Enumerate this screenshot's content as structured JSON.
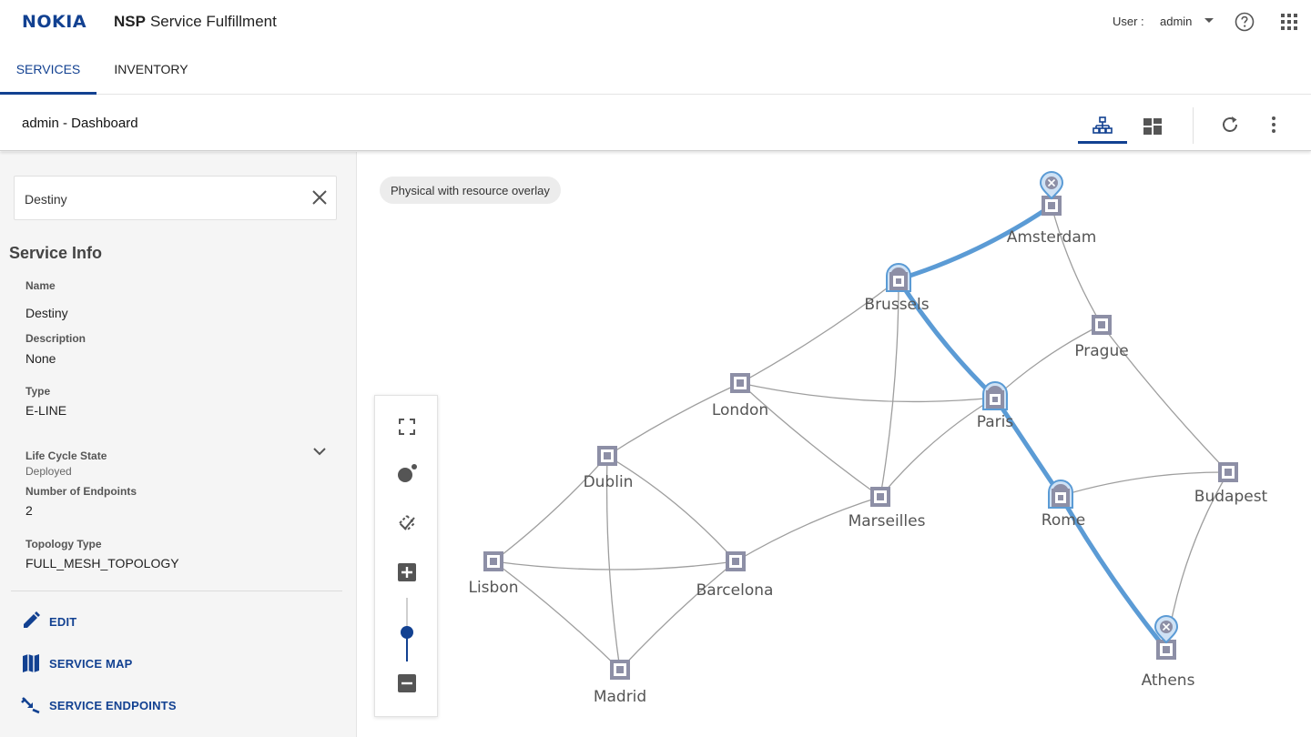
{
  "header": {
    "logo": "NOKIA",
    "app_name_bold": "NSP",
    "app_name": "Service Fulfillment",
    "user_label": "User :",
    "user_name": "admin"
  },
  "tabs": [
    {
      "label": "SERVICES",
      "active": true
    },
    {
      "label": "INVENTORY",
      "active": false
    }
  ],
  "subheader": {
    "title": "admin - Dashboard"
  },
  "search": {
    "value": "Destiny"
  },
  "service_info": {
    "title": "Service Info",
    "fields": [
      {
        "label": "Name",
        "value": "Destiny"
      },
      {
        "label": "Description",
        "value": "None"
      },
      {
        "label": "Type",
        "value": "E-LINE"
      },
      {
        "label": "Life Cycle State",
        "value": "Deployed"
      },
      {
        "label": "Number of Endpoints",
        "value": "2"
      },
      {
        "label": "Topology Type",
        "value": "FULL_MESH_TOPOLOGY"
      }
    ]
  },
  "actions": [
    {
      "label": "EDIT",
      "icon": "pencil-icon"
    },
    {
      "label": "SERVICE MAP",
      "icon": "map-icon"
    },
    {
      "label": "SERVICE ENDPOINTS",
      "icon": "endpoints-icon"
    }
  ],
  "map": {
    "overlay_label": "Physical with resource overlay",
    "zoom_level": 0.45,
    "colors": {
      "accent": "#124191",
      "highlight_path": "#5b9bd5",
      "node": "#8d8fa6",
      "link": "#9e9e9e"
    },
    "nodes": [
      {
        "id": "amsterdam",
        "label": "Amsterdam",
        "kind": "endpoint"
      },
      {
        "id": "brussels",
        "label": "Brussels",
        "kind": "transit"
      },
      {
        "id": "prague",
        "label": "Prague",
        "kind": "plain"
      },
      {
        "id": "london",
        "label": "London",
        "kind": "plain"
      },
      {
        "id": "paris",
        "label": "Paris",
        "kind": "transit"
      },
      {
        "id": "dublin",
        "label": "Dublin",
        "kind": "plain"
      },
      {
        "id": "marseilles",
        "label": "Marseilles",
        "kind": "plain"
      },
      {
        "id": "rome",
        "label": "Rome",
        "kind": "transit"
      },
      {
        "id": "budapest",
        "label": "Budapest",
        "kind": "plain"
      },
      {
        "id": "lisbon",
        "label": "Lisbon",
        "kind": "plain"
      },
      {
        "id": "barcelona",
        "label": "Barcelona",
        "kind": "plain"
      },
      {
        "id": "athens",
        "label": "Athens",
        "kind": "endpoint"
      },
      {
        "id": "madrid",
        "label": "Madrid",
        "kind": "plain"
      }
    ],
    "links": [
      [
        "amsterdam",
        "prague"
      ],
      [
        "brussels",
        "london"
      ],
      [
        "brussels",
        "marseilles"
      ],
      [
        "london",
        "paris"
      ],
      [
        "london",
        "dublin"
      ],
      [
        "london",
        "marseilles"
      ],
      [
        "paris",
        "prague"
      ],
      [
        "paris",
        "marseilles"
      ],
      [
        "prague",
        "budapest"
      ],
      [
        "dublin",
        "lisbon"
      ],
      [
        "dublin",
        "madrid"
      ],
      [
        "dublin",
        "barcelona"
      ],
      [
        "marseilles",
        "barcelona"
      ],
      [
        "lisbon",
        "barcelona"
      ],
      [
        "lisbon",
        "madrid"
      ],
      [
        "barcelona",
        "madrid"
      ],
      [
        "rome",
        "budapest"
      ],
      [
        "budapest",
        "athens"
      ]
    ],
    "service_path": [
      "amsterdam",
      "brussels",
      "paris",
      "rome",
      "athens"
    ]
  }
}
